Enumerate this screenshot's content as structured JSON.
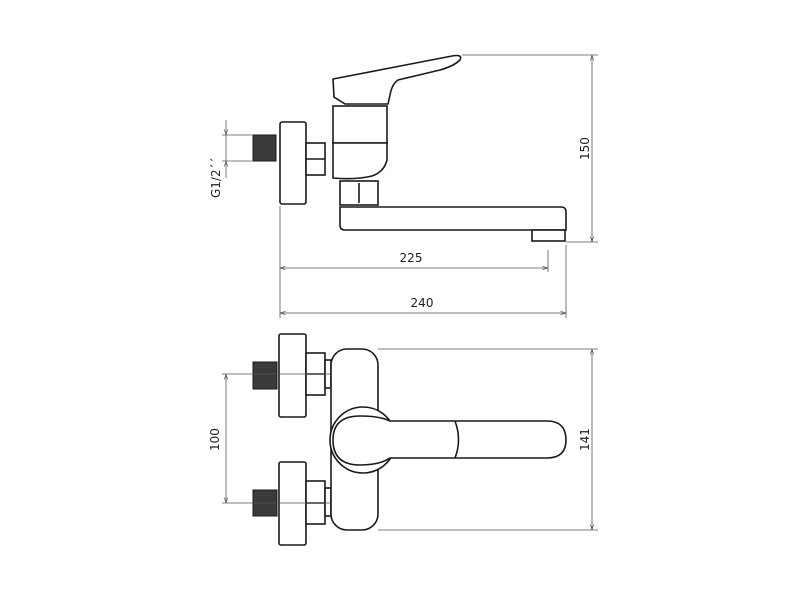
{
  "dimensions": {
    "thread": "G1/2´´",
    "height_side": "150",
    "reach_spout": "225",
    "reach_total": "240",
    "inlet_spacing": "100",
    "height_front": "141"
  }
}
